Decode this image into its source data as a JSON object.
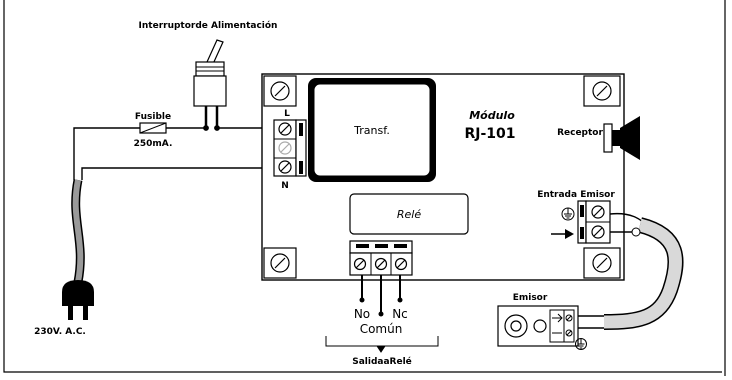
{
  "labels": {
    "switch": "Interruptorde Alimentación",
    "fuse": "Fusible",
    "fuse_rating": "250mA.",
    "terminal_l": "L",
    "terminal_n": "N",
    "transformer": "Transf.",
    "module_title": "Módulo",
    "module_model": "RJ-101",
    "receiver": "Receptor",
    "emitter_input": "Entrada Emisor",
    "relay": "Relé",
    "relay_no": "No",
    "relay_nc": "Nc",
    "relay_common": "Común",
    "relay_output": "SalidaaRelé",
    "emitter": "Emisor",
    "supply_voltage": "230V. A.C."
  },
  "colors": {
    "line": "#000000",
    "cable_gray": "#9a9a9a",
    "cable_light": "#d9d9d9"
  }
}
